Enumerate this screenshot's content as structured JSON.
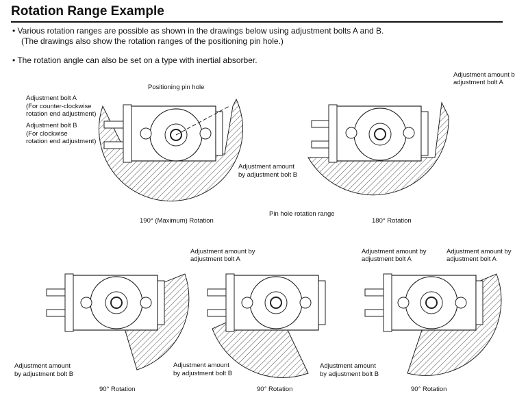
{
  "title": "Rotation Range Example",
  "bullets": [
    "• Various rotation ranges are possible as shown in the drawings below using adjustment bolts A and B.",
    "(The drawings also show the rotation ranges of the positioning pin hole.)",
    "• The rotation angle can also be set on a type with inertial absorber."
  ],
  "figures": {
    "fig1": {
      "caption": "190° (Maximum) Rotation",
      "label_bolt_a": "Adjustment bolt A",
      "label_bolt_a_note": "(For counter-clockwise",
      "label_bolt_a_note2": "rotation end adjustment)",
      "label_bolt_b": "Adjustment bolt B",
      "label_bolt_b_note": "(For clockwise",
      "label_bolt_b_note2": "rotation end adjustment)",
      "label_pin": "Positioning pin hole"
    },
    "fig2": {
      "caption": "180° Rotation",
      "label_a1": "Adjustment amount by",
      "label_a2": "adjustment bolt A",
      "label_b1": "Adjustment amount",
      "label_b2": "by adjustment bolt B",
      "label_pin_range": "Pin hole rotation range"
    },
    "fig3": {
      "caption": "90° Rotation",
      "label_a1": "Adjustment amount by",
      "label_a2": "adjustment bolt A",
      "label_b1": "Adjustment amount",
      "label_b2": "by adjustment bolt B"
    },
    "fig4": {
      "caption": "90° Rotation",
      "label_b1": "Adjustment amount",
      "label_b2": "by adjustment bolt B"
    },
    "fig5": {
      "caption": "90° Rotation",
      "label_a1": "Adjustment amount by",
      "label_a2": "adjustment bolt A",
      "label_a1b": "Adjustment amount by",
      "label_a2b": "adjustment bolt A",
      "label_b1": "Adjustment amount",
      "label_b2": "by adjustment bolt B"
    }
  }
}
